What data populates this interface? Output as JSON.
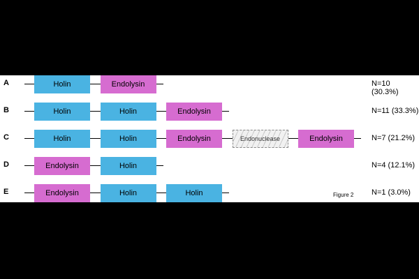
{
  "colors": {
    "holin": "#4ab3e2",
    "endolysin": "#d66cd0",
    "endonuclease": "#d9d9d9",
    "background": "#ffffff",
    "letterbox": "#000000"
  },
  "rows": [
    {
      "label": "A",
      "genes": [
        {
          "name": "Holin",
          "kind": "holin"
        },
        {
          "name": "Endolysin",
          "kind": "endolysin"
        }
      ],
      "count": "N=10 (30.3%)"
    },
    {
      "label": "B",
      "genes": [
        {
          "name": "Holin",
          "kind": "holin"
        },
        {
          "name": "Holin",
          "kind": "holin"
        },
        {
          "name": "Endolysin",
          "kind": "endolysin"
        }
      ],
      "count": "N=11 (33.3%)"
    },
    {
      "label": "C",
      "genes": [
        {
          "name": "Holin",
          "kind": "holin"
        },
        {
          "name": "Holin",
          "kind": "holin"
        },
        {
          "name": "Endolysin",
          "kind": "endolysin"
        },
        {
          "name": "Endonuclease",
          "kind": "endonuclease"
        },
        {
          "name": "Endolysin",
          "kind": "endolysin"
        }
      ],
      "count": "N=7 (21.2%)"
    },
    {
      "label": "D",
      "genes": [
        {
          "name": "Endolysin",
          "kind": "endolysin"
        },
        {
          "name": "Holin",
          "kind": "holin"
        }
      ],
      "count": "N=4 (12.1%)"
    },
    {
      "label": "E",
      "genes": [
        {
          "name": "Endolysin",
          "kind": "endolysin"
        },
        {
          "name": "Holin",
          "kind": "holin"
        },
        {
          "name": "Holin",
          "kind": "holin"
        }
      ],
      "count": "N=1 (3.0%)"
    }
  ],
  "caption": "Figure 2"
}
